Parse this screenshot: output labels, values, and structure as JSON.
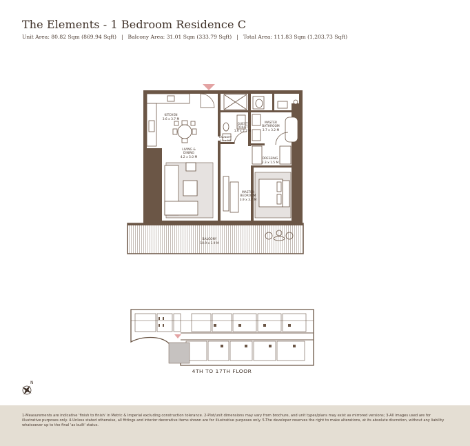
{
  "header": {
    "title": "The Elements - 1 Bedroom Residence C",
    "unit_area": "Unit Area: 80.82 Sqm (869.94 Sqft)",
    "balcony_area": "Balcony Area: 31.01 Sqm (333.79 Sqft)",
    "total_area": "Total Area: 111.83 Sqm (1,203.73 Sqft)",
    "separator": "|"
  },
  "rooms": {
    "kitchen": {
      "name": "KITCHEN",
      "dims": "3.6 x 3.7 M"
    },
    "living": {
      "name_line1": "LIVING &",
      "name_line2": "DINING",
      "dims": "4.2 x 5.0 M"
    },
    "guest_toilet": {
      "name_line1": "GUEST",
      "name_line2": "TOILET",
      "dims": "1.6 x 2.2 M"
    },
    "laundry": {
      "name": "LAUNDRY",
      "dims": "1.0 x 0.8"
    },
    "master_bathroom": {
      "name_line1": "MASTER",
      "name_line2": "BATHROOM",
      "dims": "3.7 x 3.2 M"
    },
    "dressing": {
      "name": "DRESSING",
      "dims": "2.3 x 1.5 M"
    },
    "master_bedroom": {
      "name_line1": "MASTER",
      "name_line2": "BEDROOM",
      "dims": "3.9 x 3.7 M"
    },
    "balcony": {
      "name": "BALCONY",
      "dims": "10.9 x 1.9 M"
    }
  },
  "key_plan": {
    "floor_range": "4TH TO 17TH  FLOOR"
  },
  "colors": {
    "wall": "#6b5646",
    "highlight": "#e3a3a3",
    "footer_bg": "#e4ded3"
  },
  "footer": {
    "disclaimer": "1-Measurements are indicative 'finish to finish' in Metric & Imperial excluding construction tolerance. 2-Plot/unit dimensions may vary from brochure, and unit types/plans may exist as mirrored versions; 3-All images used are for illustrative purposes only. 4-Unless stated otherwise, all fittings and interior decorative items shown are for illustrative purposes only. 5-The developer reserves the right to make alterations, at its absolute discretion, without any liability whatsoever up to the final 'as built' status."
  }
}
